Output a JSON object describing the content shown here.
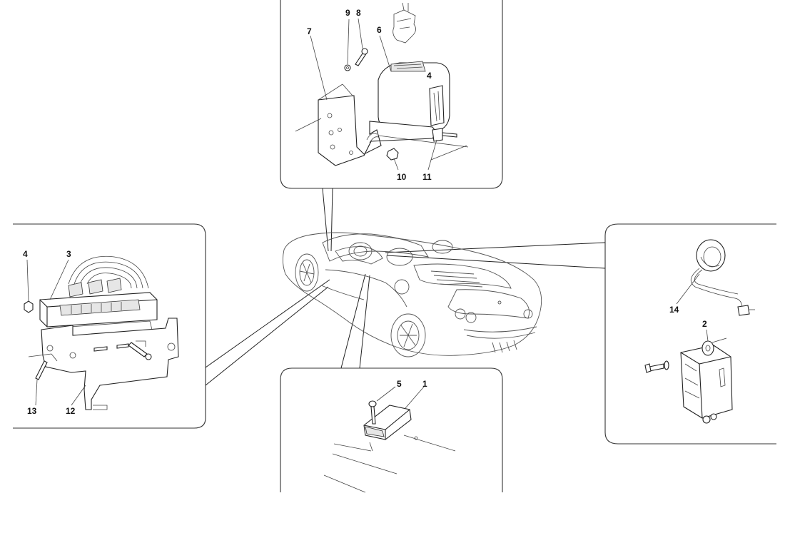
{
  "diagram": {
    "panels": [
      {
        "id": "top-center",
        "labels": [
          "7",
          "9",
          "8",
          "6",
          "10",
          "11"
        ]
      },
      {
        "id": "left",
        "labels": [
          "4",
          "3",
          "13",
          "12"
        ]
      },
      {
        "id": "right",
        "labels": [
          "14",
          "2"
        ]
      },
      {
        "id": "bottom-center",
        "labels": [
          "5",
          "1"
        ]
      }
    ],
    "colors": {
      "line": "#222222",
      "background": "#ffffff"
    }
  }
}
